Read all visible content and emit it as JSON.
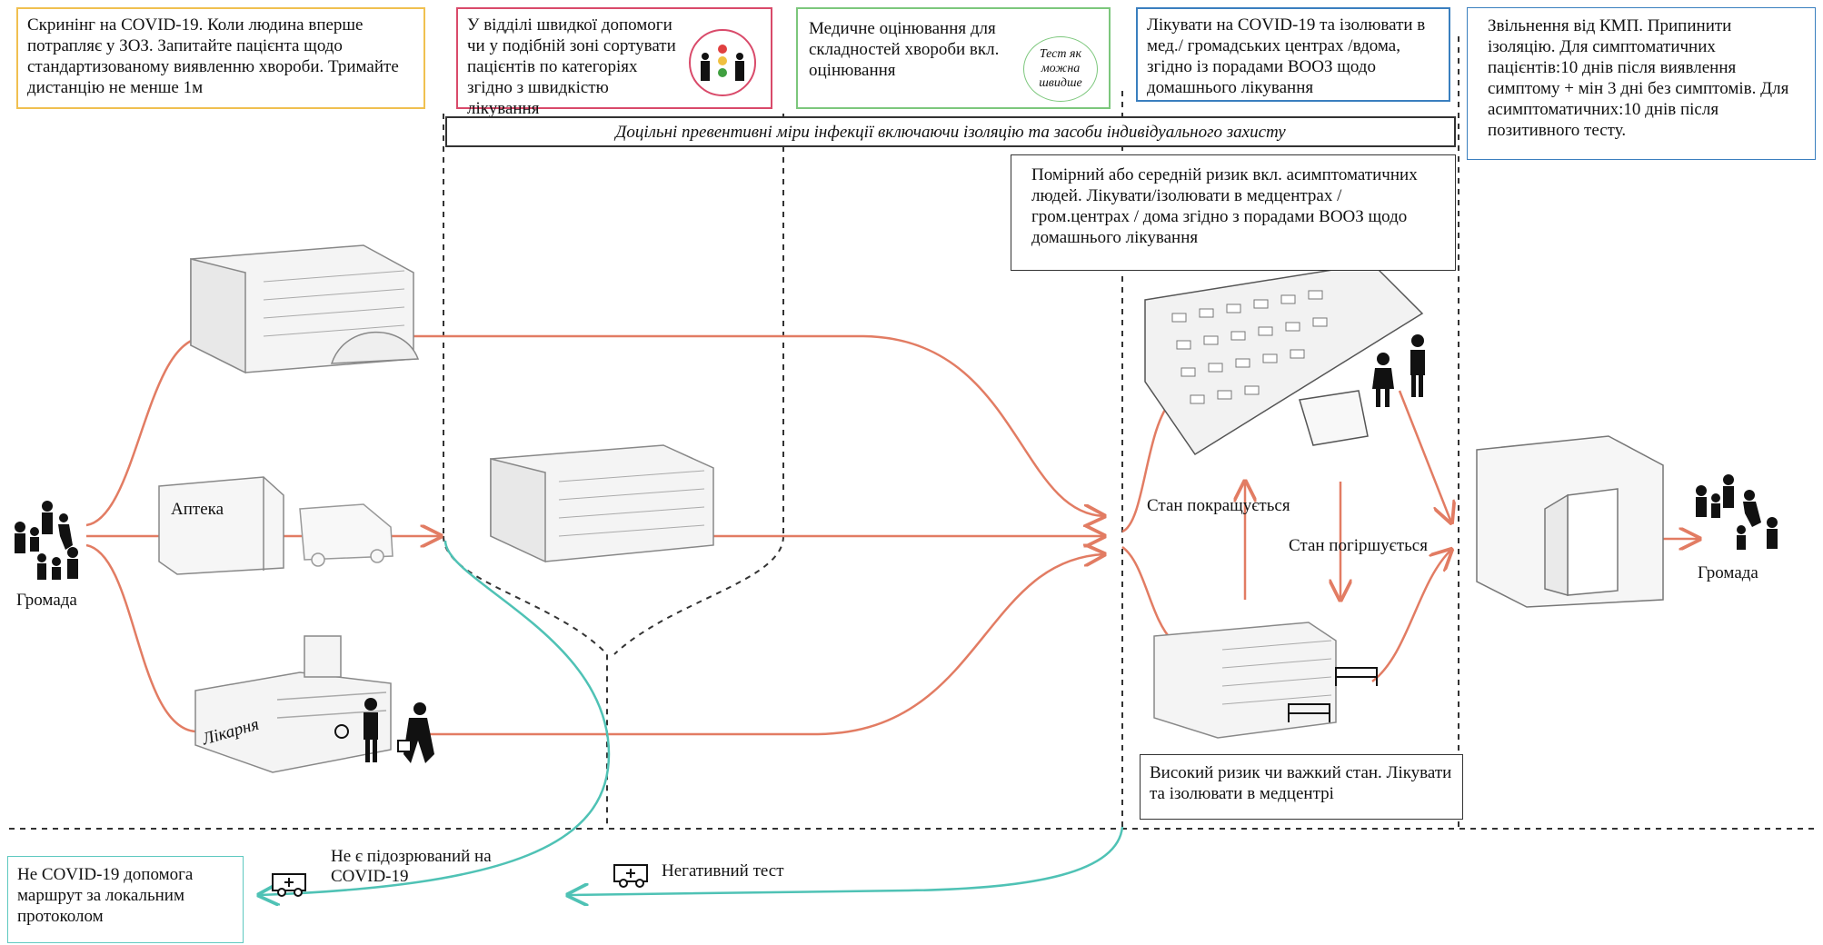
{
  "top_boxes": {
    "screening": "Скринінг на COVID-19. Коли людина вперше потрапляє у ЗОЗ. Запитайте пацієнта щодо стандартизованому виявленню хвороби. Тримайте дистанцію не менше 1м",
    "triage": "У відділі швидкої допомоги чи у подібній зоні сортувати пацієнтів по категоріях згідно з швидкістю лікування",
    "assessment": "Медичне оцінювання для складностей хвороби вкл. оцінювання",
    "assessment_badge": "Тест як можна швидше",
    "treat": "Лікувати на COVID-19 та ізолювати в мед./ громадських центрах /вдома, згідно із порадами ВООЗ щодо домашнього лікування",
    "release": "Звільнення від КМП. Припинити ізоляцію. Для симптоматичних пацієнтів:10 днів після виявлення симптому + мін 3 дні без симптомів. Для асимптоматичних:10 днів після позитивного тесту."
  },
  "prevention_banner": "Доцільні превентивні міри інфекції включаючи ізоляцію та засоби індивідуального захисту",
  "moderate_risk": "Помірний або середній ризик вкл. асимптоматичних людей. Лікувати/ізолювати в медцентрах / гром.центрах / дома згідно з порадами ВООЗ щодо домашнього лікування",
  "high_risk": "Високий ризик чи важкий стан. Лікувати та ізолювати в медцентрі",
  "labels": {
    "community_left": "Громада",
    "community_right": "Громада",
    "pharmacy": "Аптека",
    "hospital": "Лікарня",
    "improves": "Стан покращується",
    "worsens": "Стан погіршується",
    "not_suspected": "Не є підозрюваний на COVID-19",
    "negative_test": "Негативний тест"
  },
  "non_covid_box": "Не COVID-19 допомога маршрут за локальним протоколом",
  "colors": {
    "orange": "#f0c050",
    "pink": "#d94a6a",
    "green": "#7cc77c",
    "blue": "#3a7fbf",
    "arrow_red": "#e27c63",
    "teal": "#4fc2b5",
    "teal_box": "#5ec9c0"
  },
  "icons": [
    "people-group-icon",
    "traffic-light-icon",
    "ambulance-icon",
    "hospital-building-icon",
    "door-icon",
    "hospital-bed-icon",
    "ward-icon"
  ]
}
